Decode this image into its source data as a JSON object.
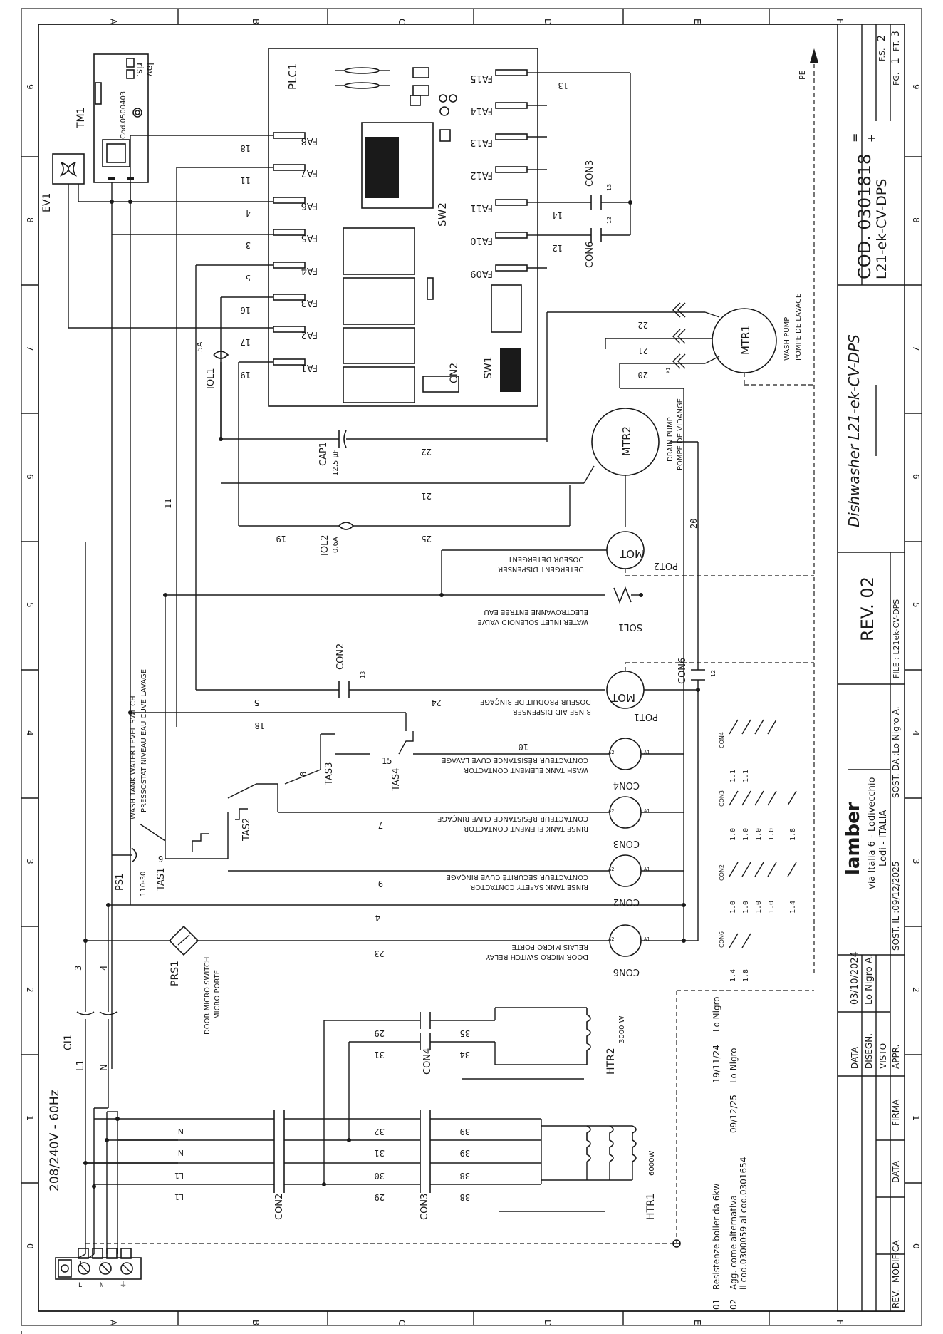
{
  "grid": {
    "columns": [
      "A",
      "B",
      "C",
      "D",
      "E",
      "F"
    ],
    "rows": [
      "0",
      "1",
      "2",
      "3",
      "4",
      "5",
      "6",
      "7",
      "8",
      "9"
    ]
  },
  "supply": {
    "voltage": "208/240V - 60Hz",
    "ci1": "CI1",
    "l1": "L1",
    "n": "N",
    "w3": "3",
    "w4": "4"
  },
  "terminal": {
    "t1": "1",
    "t2": "2",
    "l": "L",
    "n": "N"
  },
  "plc": {
    "label": "PLC1",
    "left_pins": [
      "FA8",
      "FA7",
      "FA6",
      "FA5",
      "FA4",
      "FA3",
      "FA2",
      "FA1"
    ],
    "left_wires": [
      "18",
      "11",
      "4",
      "3",
      "5",
      "16",
      "17",
      "19"
    ],
    "right_pins": [
      "FA15",
      "FA14",
      "FA13",
      "FA12",
      "FA11",
      "FA10",
      "FA09"
    ],
    "right_wires": [
      "13",
      "",
      "",
      "",
      "14",
      "12",
      ""
    ],
    "sw2": "SW2",
    "cn2": "CN2",
    "sw1": "SW1"
  },
  "tm1": {
    "label": "TM1",
    "code": "Cod.0500403",
    "ris": "ris.",
    "lav": "lav"
  },
  "ev1": "EV1",
  "con3_cap": {
    "label": "CON3",
    "pin": "13"
  },
  "con6_cap": {
    "label": "CON6",
    "pin": "12"
  },
  "mtr1": {
    "label": "MTR1",
    "en": "WASH PUMP",
    "fr": "POMPE DE LAVAGE",
    "w22": "22",
    "w21": "21",
    "w20": "20",
    "x1": "X1"
  },
  "mtr2": {
    "label": "MTR2",
    "en": "DRAIN PUMP",
    "fr": "POMPE DE VIDANGE"
  },
  "cap1": {
    "label": "CAP1",
    "value": "12,5 μF",
    "w22": "22",
    "w21": "21"
  },
  "iol1": {
    "label": "IOL1",
    "value": "5A"
  },
  "iol2": {
    "label": "IOL2",
    "value": "0,6A",
    "w19": "19",
    "w25": "25",
    "w20": "20",
    "w11": "11"
  },
  "pot2": {
    "label": "POT2",
    "mot": "MOT",
    "en": "DETERGENT DISPENSER",
    "fr": "DOSEUR DETERGENT"
  },
  "sol1": {
    "label": "SOL1",
    "en": "WATER INLET SOLENOID VALVE",
    "fr": "ÉLECTROVANNE ENTRÉE EAU"
  },
  "con2_cap": {
    "label": "CON2",
    "pin": "13",
    "w5": "5",
    "w24": "24"
  },
  "con6_cap2": {
    "label": "CON6",
    "pin": "12"
  },
  "pot1": {
    "label": "POT1",
    "mot": "MOT",
    "en": "RINSE AID DISPENSER",
    "fr": "DOSEUR PRODUIT DE RINÇAGE"
  },
  "w18": "18",
  "con4_coil": {
    "label": "CON4",
    "en": "WASH TANK ELEMENT CONTACTOR",
    "fr": "CONTACTEUR RÉSISTANCE CUVE LAVAGE",
    "wire": "10",
    "a1": "A1",
    "a2": "A2"
  },
  "con3_coil": {
    "label": "CON3",
    "en": "RINSE TANK ELEMENT CONTACTOR",
    "fr": "CONTACTEUR RÉSISTANCE CUVE RINÇAGE",
    "wire": "7",
    "a1": "A1",
    "a2": "A2"
  },
  "con2_coil": {
    "label": "CON2",
    "en": "RINSE TANK SAFETY CONTACTOR",
    "fr": "CONTACTEUR SECURITÉ CUVE RINÇAGE",
    "wire": "9",
    "a1": "A1",
    "a2": "A2"
  },
  "con6_coil": {
    "label": "CON6",
    "en": "DOOR MICRO SWITCH RELAY",
    "fr": "RELAIS MICRO PORTE",
    "wire": "23",
    "a1": "A1",
    "a2": "A2"
  },
  "w4b": "4",
  "tas": {
    "tas1": "TAS1",
    "tas2": "TAS2",
    "tas3": "TAS3",
    "tas4": "TAS4",
    "w8": "8",
    "w15": "15",
    "w9": "9",
    "range": "110-30"
  },
  "ps1": {
    "label": "PS1",
    "en": "WASH TANK WATER LEVEL SWITCH",
    "fr": "PRESSOSTAT NIVEAU EAU CUVE LAVAGE"
  },
  "prs1": {
    "label": "PRS1",
    "en": "DOOR MICRO SWITCH",
    "fr": "MICRO PORTE"
  },
  "contacts_table": {
    "con4": {
      "label": "CON4",
      "rows": [
        "1.1",
        "1.1"
      ]
    },
    "con3": {
      "label": "CON3",
      "rows": [
        "1.0",
        "1.0",
        "1.0",
        "1.0",
        "1.8"
      ]
    },
    "con2": {
      "label": "CON2",
      "rows": [
        "1.0",
        "1.0",
        "1.0",
        "1.0",
        "1.4"
      ]
    },
    "con6": {
      "label": "CON6",
      "rows": [
        "1.4",
        "1.8"
      ]
    }
  },
  "htr2": {
    "label": "HTR2",
    "power": "3000 W",
    "con4": "CON4",
    "w29": "29",
    "w31": "31",
    "w35": "35",
    "w34": "34"
  },
  "htr1": {
    "label": "HTR1",
    "power": "6000W",
    "con2": "CON2",
    "con3": "CON3",
    "lines": [
      "N",
      "N",
      "L1",
      "L1"
    ],
    "mid": [
      "32",
      "31",
      "30",
      "29"
    ],
    "right": [
      "39",
      "39",
      "38",
      "38"
    ]
  },
  "pe": "PE",
  "notes": [
    {
      "rev": "01",
      "text": "Resistenze boiler da 6kw",
      "date": "19/11/24",
      "by": "Lo Nigro"
    },
    {
      "rev": "02",
      "text": "Agg. come alternativa",
      "text2": "il cod.0300059 al cod.0301654",
      "date": "09/12/25",
      "by": "Lo Nigro"
    }
  ],
  "title_block": {
    "cod": "COD. 0301818",
    "eq": "=",
    "plus": "+",
    "model": "Dishwasher L21-ek-CV-DPS",
    "fg_label": "FG.",
    "fg": "1",
    "ft_label": "FT.",
    "ft": "3",
    "fs_label": "F.S.",
    "fs": "2",
    "code2": "L21-ek-CV-DPS",
    "rev": "REV. 02",
    "file": "FILE : L21ek-CV-DPS",
    "company": "lamber",
    "address1": "via Italia 6 - Lodivecchio",
    "address2": "Lodi - ITALIA",
    "sost_da": "SOST. DA :Lo Nigro A.",
    "sost_il": "SOST. IL :09/12/2025",
    "data_label": "DATA",
    "data": "03/10/2024",
    "disegn_label": "DISEGN.",
    "disegn": "Lo Nigro A.",
    "visto": "VISTO",
    "appr": "APPR.",
    "rev_label": "REV.",
    "modifica": "MODIFICA",
    "data2": "DATA",
    "firma": "FIRMA"
  }
}
